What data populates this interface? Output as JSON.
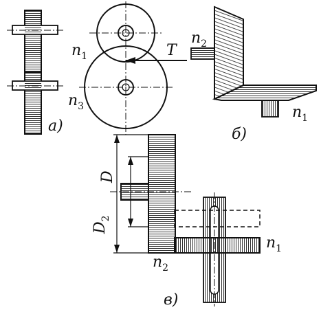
{
  "panels": {
    "a": {
      "caption": "а)",
      "label_top_shaft": "n",
      "label_top_shaft_sub": "1",
      "label_bottom_shaft": "n",
      "label_bottom_shaft_sub": "3",
      "label_contact_point": "T"
    },
    "b": {
      "caption": "б)",
      "label_horizontal_shaft": "n",
      "label_horizontal_shaft_sub": "2",
      "label_vertical_shaft": "n",
      "label_vertical_shaft_sub": "1"
    },
    "v": {
      "caption": "в)",
      "label_small_diameter": "D",
      "label_large_diameter": "D",
      "label_large_diameter_sub": "2",
      "label_disk_shaft": "n",
      "label_disk_shaft_sub": "1",
      "label_wheel": "n",
      "label_wheel_sub": "2"
    }
  }
}
